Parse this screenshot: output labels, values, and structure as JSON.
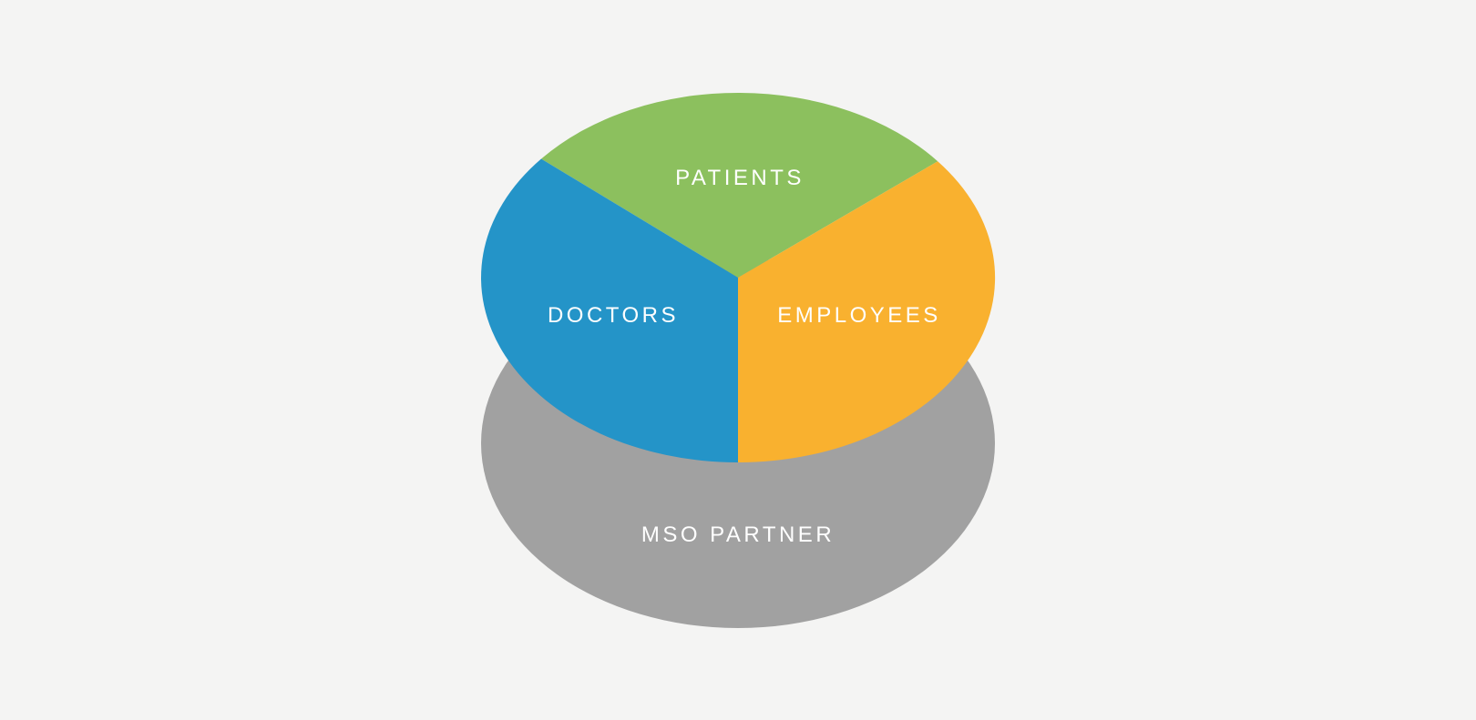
{
  "page": {
    "background_color": "#F4F4F3"
  },
  "diagram": {
    "type": "layered-elliptical-pie",
    "text_color": "#FFFFFF",
    "base": {
      "label": "MSO PARTNER",
      "color": "#A1A1A1"
    },
    "slices": [
      {
        "label": "PATIENTS",
        "color": "#8CC05E"
      },
      {
        "label": "DOCTORS",
        "color": "#2494C8"
      },
      {
        "label": "EMPLOYEES",
        "color": "#F9B12F"
      }
    ]
  },
  "chart_data": {
    "type": "pie",
    "title": "",
    "legend_position": "labels-inside-slices",
    "slices": [
      {
        "label": "PATIENTS",
        "angle_start_deg": 39,
        "angle_end_deg": 140,
        "span_deg": 101,
        "share_pct": 28
      },
      {
        "label": "DOCTORS",
        "angle_start_deg": 140,
        "angle_end_deg": 270,
        "span_deg": 130,
        "share_pct": 36
      },
      {
        "label": "EMPLOYEES",
        "angle_start_deg": 270,
        "angle_end_deg": 399,
        "span_deg": 129,
        "share_pct": 36
      }
    ],
    "base_layer": {
      "label": "MSO PARTNER",
      "role": "background-ellipse-under-pie"
    }
  }
}
